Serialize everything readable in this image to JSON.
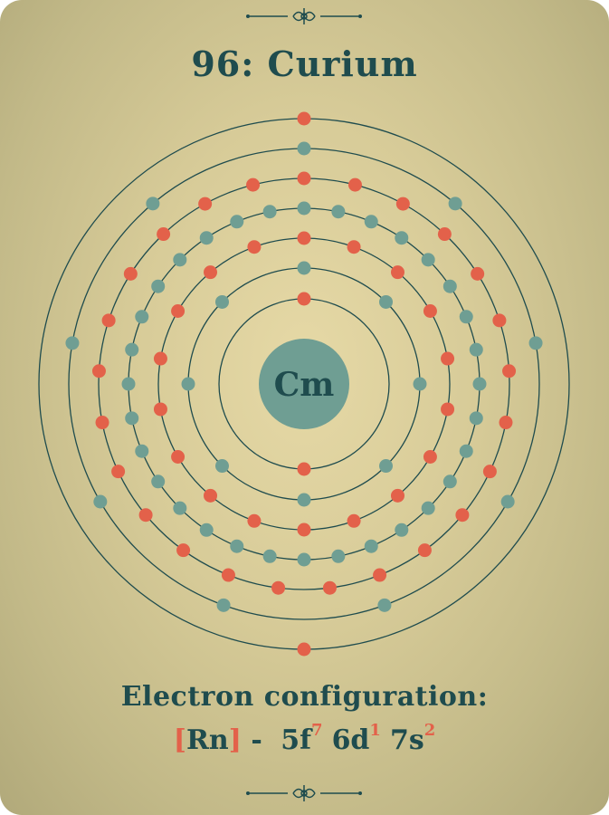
{
  "element": {
    "title": "96: Curium",
    "symbol": "Cm"
  },
  "shells": [
    2,
    8,
    18,
    32,
    25,
    9,
    2
  ],
  "colors": {
    "background": "#d9cd9a",
    "orbit": "#1f4c4e",
    "electron_teal": "#6f9e93",
    "electron_red": "#e3614a",
    "nucleus": "#6f9e93",
    "text": "#1f4c4e",
    "accent": "#e3614a"
  },
  "configuration": {
    "label": "Electron configuration:",
    "core_open": "[",
    "core": "Rn",
    "core_close": "]",
    "separator": " - ",
    "terms": [
      {
        "base": "5f",
        "sup": "7"
      },
      {
        "base": "6d",
        "sup": "1"
      },
      {
        "base": "7s",
        "sup": "2"
      }
    ]
  }
}
